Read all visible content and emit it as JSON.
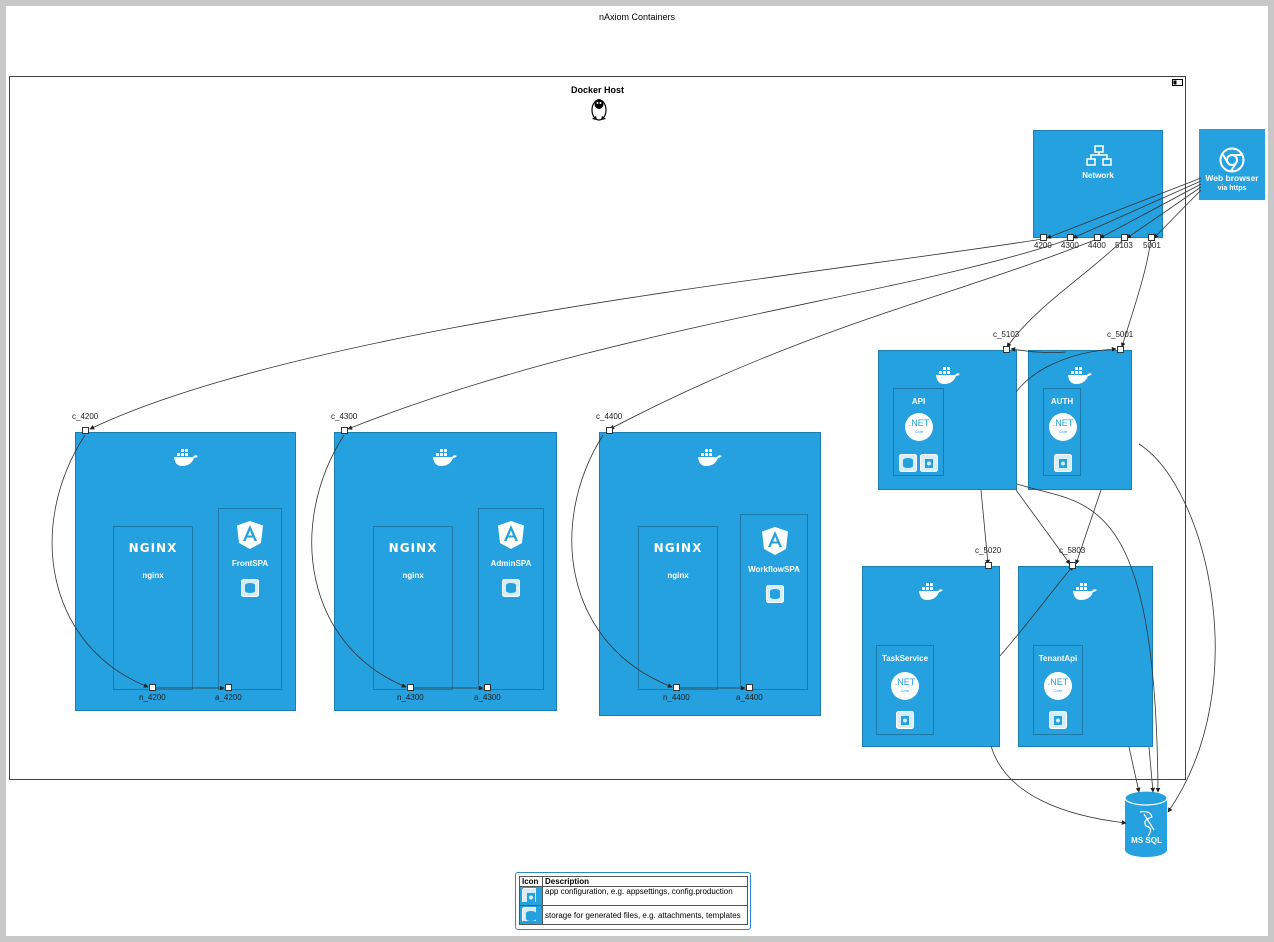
{
  "title": "nAxiom Containers",
  "docker_host": {
    "label": "Docker Host"
  },
  "network": {
    "label": "Network",
    "ports": [
      "4200",
      "4300",
      "4400",
      "5103",
      "5001"
    ]
  },
  "browser": {
    "label": "Web browser",
    "sub": "via https"
  },
  "containers": {
    "front": {
      "port_label": "c_4200",
      "web_label": "nginx",
      "web_logo": "NGINX",
      "spa_label": "FrontSPA",
      "n_label": "n_4200",
      "a_label": "a_4200"
    },
    "admin": {
      "port_label": "c_4300",
      "web_label": "nginx",
      "web_logo": "NGINX",
      "spa_label": "AdminSPA",
      "n_label": "n_4300",
      "a_label": "a_4300"
    },
    "workflow": {
      "port_label": "c_4400",
      "web_label": "nginx",
      "web_logo": "NGINX",
      "spa_label": "WorkflowSPA",
      "n_label": "n_4400",
      "a_label": "a_4400"
    },
    "api": {
      "port_label": "c_5103",
      "label": "API",
      "net": ".NET",
      "core": "Core"
    },
    "auth": {
      "port_label": "c_5001",
      "label": "AUTH",
      "net": ".NET",
      "core": "Core"
    },
    "task": {
      "port_label": "c_5020",
      "label": "TaskService",
      "net": ".NET",
      "core": "Core"
    },
    "tenant": {
      "port_label": "c_5803",
      "label": "TenantApi",
      "net": ".NET",
      "core": "Core"
    }
  },
  "db": {
    "label": "MS SQL"
  },
  "legend": {
    "header_icon": "Icon",
    "header_desc": "Description",
    "rows": [
      {
        "icon": "config-icon",
        "desc": "app configuration, e.g. appsettings, config.production"
      },
      {
        "icon": "storage-icon",
        "desc": "storage for generated files, e.g. attachments, templates"
      }
    ]
  },
  "colors": {
    "container": "#24a1de",
    "border": "#1a7fb0"
  },
  "icons": [
    "linux-penguin-icon",
    "network-icon",
    "chrome-icon",
    "docker-whale-icon",
    "angular-icon",
    "dotnet-icon",
    "storage-icon",
    "config-icon",
    "sql-server-icon"
  ]
}
